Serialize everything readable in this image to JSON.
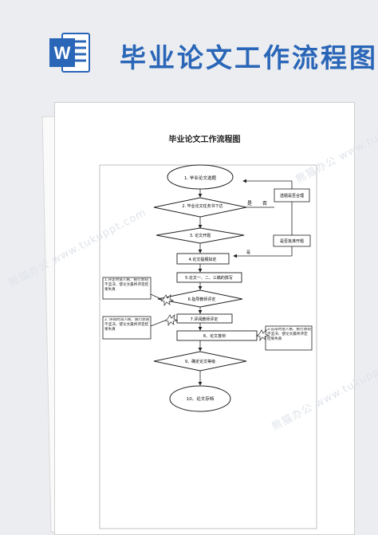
{
  "banner": {
    "logo_letter": "W",
    "title": "毕业论文工作流程图"
  },
  "document": {
    "title": "毕业论文工作流程图"
  },
  "flow": {
    "start": "1. 毕业论文选题",
    "task_decision": "2. 毕业论文任务书下达",
    "label_yes": "是",
    "label_no": "否",
    "check_topic": "选题是否合理",
    "approve_proposal": "是否批准开题",
    "proposal": "3. 论文开题",
    "outline": "4.论文提纲拟定",
    "writing": "5.论文一、二、三稿的撰写",
    "advisor_review": "6.指导教师评定",
    "note_left_1": "1.评定时语人格、执行原则不坚决、使论文最终评定结果失真",
    "reviewer_review": "7.评阅教师评定",
    "note_left_2": "2. 评阅时语人格、执行原则不坚决、使论文最终评定结果失真",
    "defense": "8、论文答辩",
    "note_right_3": "3.答辩时语人格、执行原则不坚决、使论文最终评定结果失真",
    "confirm_grade": "9、确定论文等级",
    "archive": "10、论文存档"
  },
  "watermark": "熊猫办公 www.tukuppt.com"
}
